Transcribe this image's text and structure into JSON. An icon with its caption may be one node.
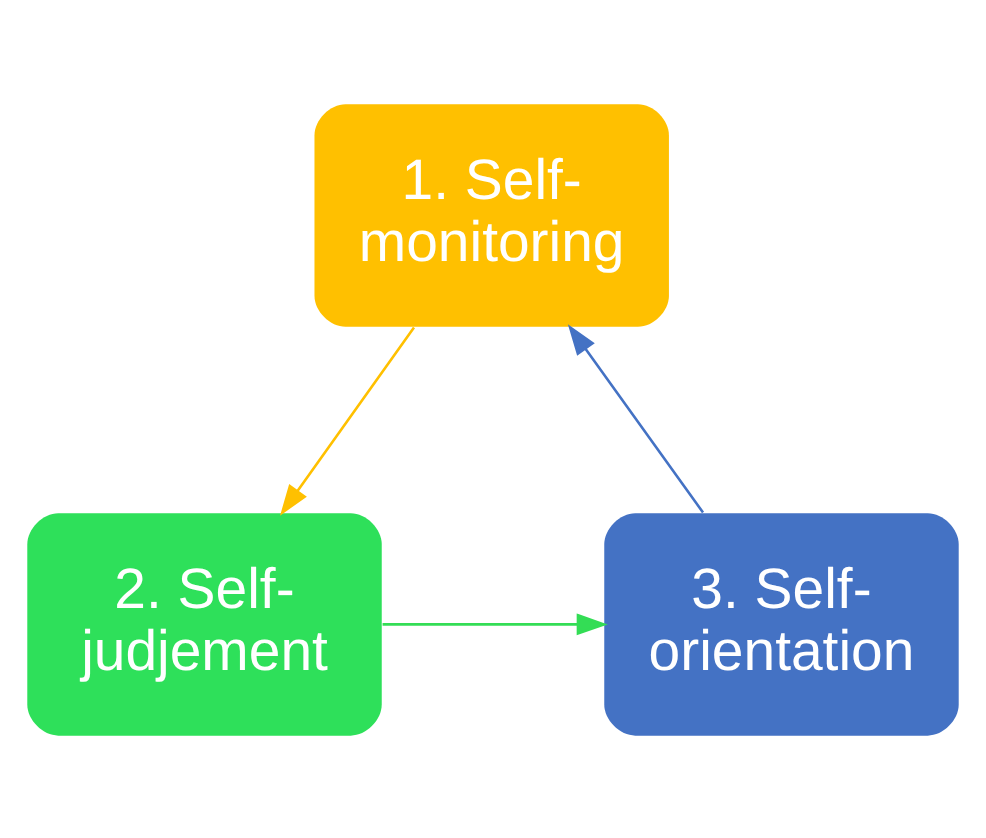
{
  "diagram": {
    "nodes": [
      {
        "text": [
          "1. Self- monitoring"
        ]
      },
      {
        "text": [
          "2. Self- judjement"
        ]
      },
      {
        "text": [
          "3. Self- orientation"
        ]
      }
    ],
    "edges": [
      {
        "from": 0,
        "to": 1,
        "arrow": "to",
        "color": "#ffc000"
      },
      {
        "from": 1,
        "to": 2,
        "arrow": "to",
        "color": "#33dd55"
      },
      {
        "from": 2,
        "to": 0,
        "arrow": "to",
        "color": "#4472c4"
      }
    ]
  }
}
